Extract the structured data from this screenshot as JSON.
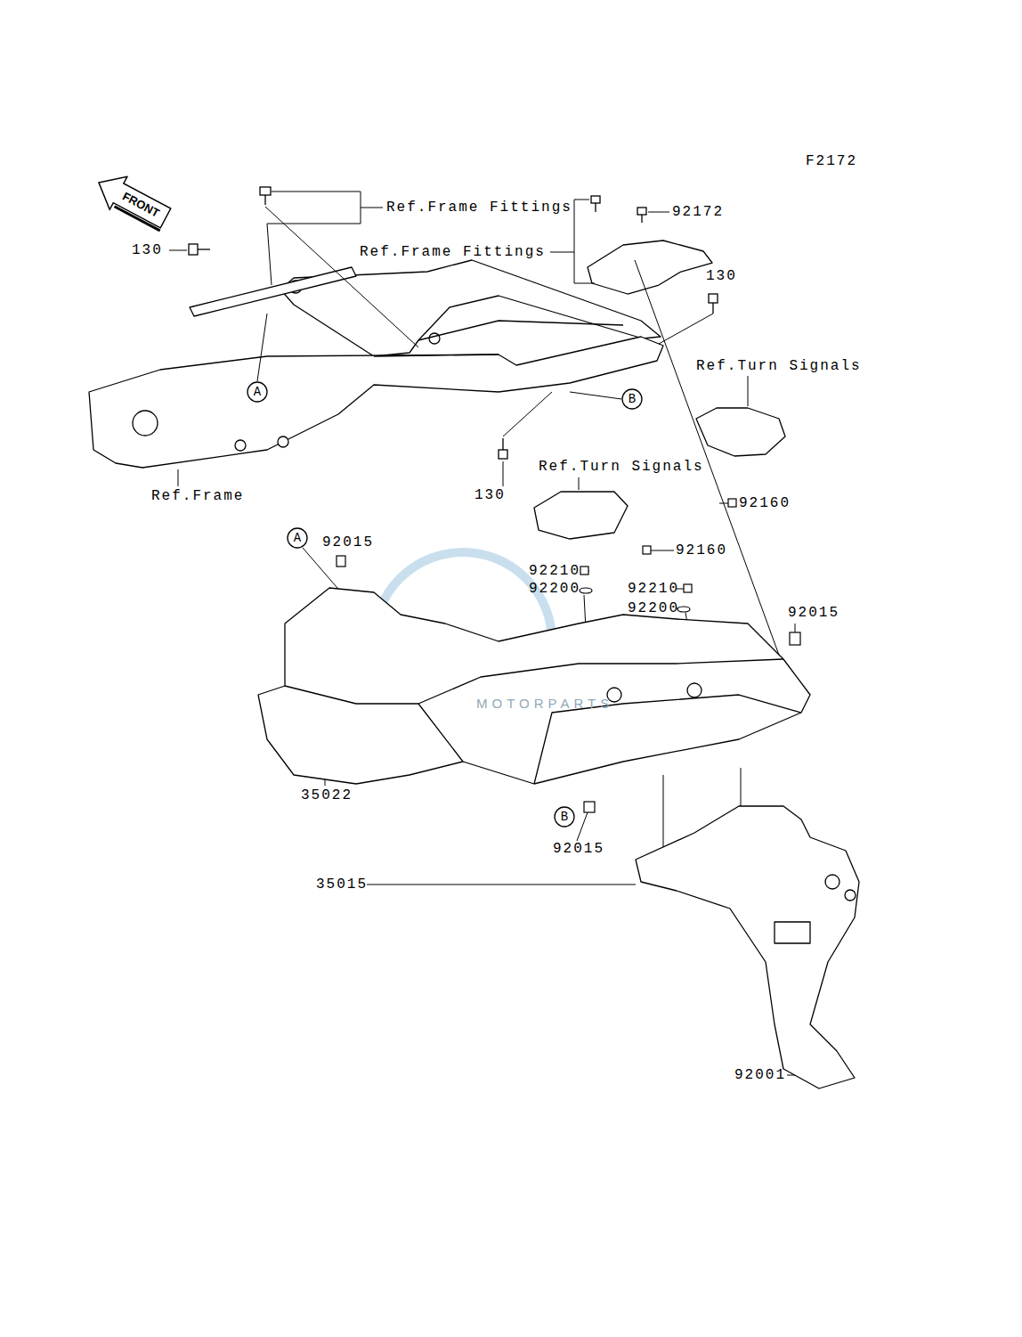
{
  "diagram": {
    "nodes": [
      {
        "text": [
          "FRONT"
        ]
      },
      {
        "text": [
          "A"
        ]
      },
      {
        "text": [
          "B"
        ]
      },
      {
        "text": [
          "A"
        ]
      },
      {
        "text": [
          "B"
        ]
      }
    ],
    "labels": [
      "F2172",
      "Ref.Frame Fittings",
      "130",
      "92172",
      "Ref.Frame Fittings",
      "130",
      "Ref.Turn Signals",
      "Ref.Turn Signals",
      "130",
      "Ref.Frame",
      "92160",
      "92015",
      "92160",
      "92210",
      "92200",
      "92210",
      "92200",
      "92015",
      "MOTORPARTS",
      "35022",
      "92015",
      "35015",
      "92001"
    ]
  }
}
